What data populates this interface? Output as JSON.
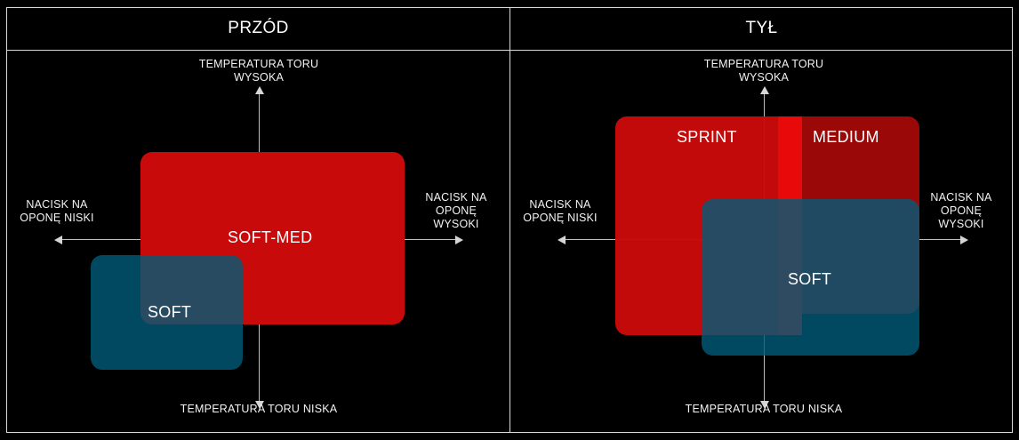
{
  "diagram": {
    "title_row": {
      "front": "PRZÓD",
      "rear": "TYŁ"
    },
    "axes": {
      "top_label": "TEMPERATURA TORU\nWYSOKA",
      "bottom_label": "TEMPERATURA TORU NISKA",
      "left_label": "NACISK NA\nOPONĘ NISKI",
      "right_label": "NACISK NA\nOPONĘ\nWYSOKI"
    },
    "front_panel": {
      "boxes": [
        {
          "label": "SOFT-MED",
          "color": "#c80a0a"
        },
        {
          "label": "SOFT",
          "color": "#005b78"
        }
      ]
    },
    "rear_panel": {
      "boxes": [
        {
          "label": "SPRINT",
          "color": "#c80a0a"
        },
        {
          "label": "MEDIUM",
          "color": "#9b0808"
        },
        {
          "label": "SOFT",
          "color": "#005b78"
        }
      ]
    },
    "colors": {
      "background": "#000000",
      "border": "#d9d9d9",
      "axis": "#bfbfbf",
      "text": "#ffffff",
      "red_bright": "#e80a0a",
      "red": "#c80a0a",
      "red_dark": "#9b0808",
      "blue": "#005b78",
      "overlap_purple": "#535273"
    }
  }
}
